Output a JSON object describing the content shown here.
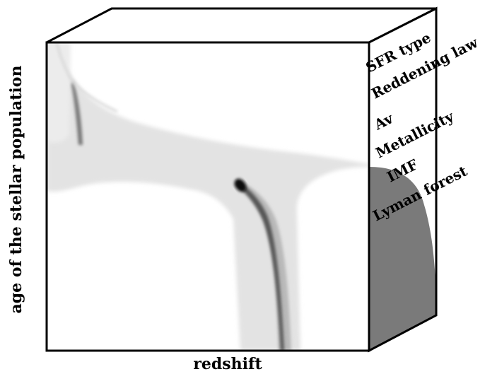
{
  "figure": {
    "x_axis_label": "redshift",
    "y_axis_label": "age of the stellar population",
    "parameter_axis_labels": [
      "SFR type",
      "Reddening law",
      "Av",
      "Metallicity",
      "IMF",
      "Lyman forest"
    ]
  },
  "colors": {
    "edge": "#000000",
    "light_region": "#e3e3e3",
    "medium_region": "#c8c8c8",
    "dark_ridge": "#555555",
    "peak": "#111111",
    "side_face_fill": "#7a7a7a"
  }
}
